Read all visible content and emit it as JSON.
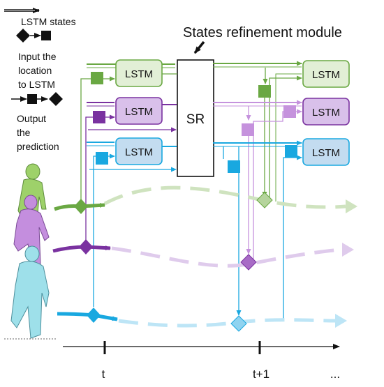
{
  "legend": {
    "states": "LSTM states",
    "input_lines": [
      "Input the",
      "location",
      "to LSTM"
    ],
    "output_lines": [
      "Output",
      "the",
      "prediction"
    ]
  },
  "title": "States refinement module",
  "sr_label": "SR",
  "lstm_label": "LSTM",
  "timeline": {
    "t": "t",
    "t_next": "t+1",
    "ellipsis": "..."
  },
  "colors": {
    "green": "#6aa843",
    "green_fill": "#e2efd6",
    "purple": "#7a32a0",
    "purple_fill": "#d9c0ea",
    "purple_light": "#c592dd",
    "cyan": "#19a8e0",
    "cyan_fill": "#c3dcf0",
    "cyan_light": "#a8def4"
  }
}
